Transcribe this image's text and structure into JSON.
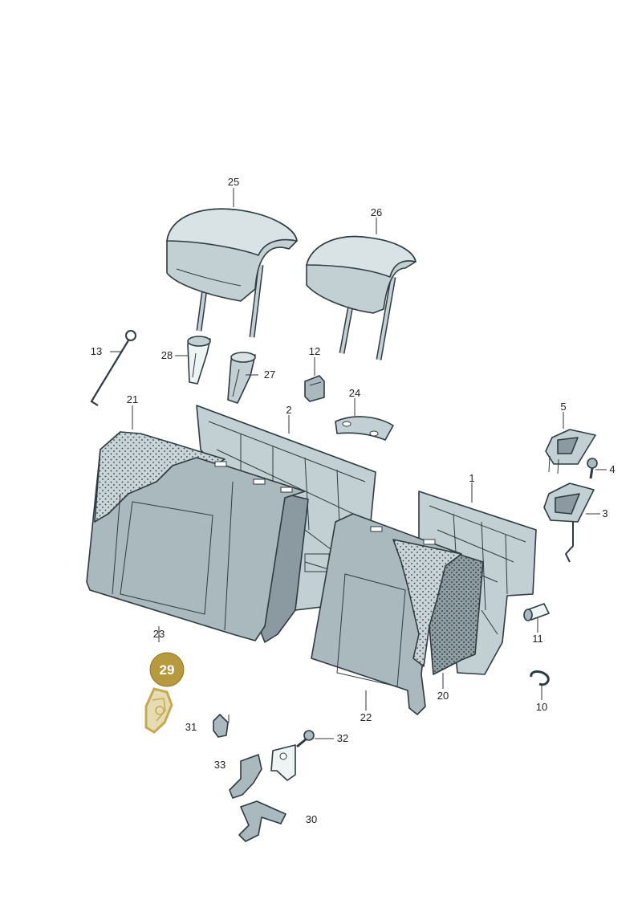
{
  "callouts": {
    "c1": "1",
    "c2": "2",
    "c3": "3",
    "c4": "4",
    "c5": "5",
    "c10": "10",
    "c11": "11",
    "c12": "12",
    "c13": "13",
    "c20": "20",
    "c21": "21",
    "c22": "22",
    "c23": "23",
    "c24": "24",
    "c25": "25",
    "c26": "26",
    "c27": "27",
    "c28": "28",
    "c29": "29",
    "c30": "30",
    "c31": "31",
    "c32": "32",
    "c33": "33"
  },
  "highlight": {
    "part": "29",
    "color": "#b89a3e"
  },
  "colors": {
    "part_fill": "#c2d0d3",
    "outline": "#2e3b40",
    "highlight": "#d9c98a"
  }
}
